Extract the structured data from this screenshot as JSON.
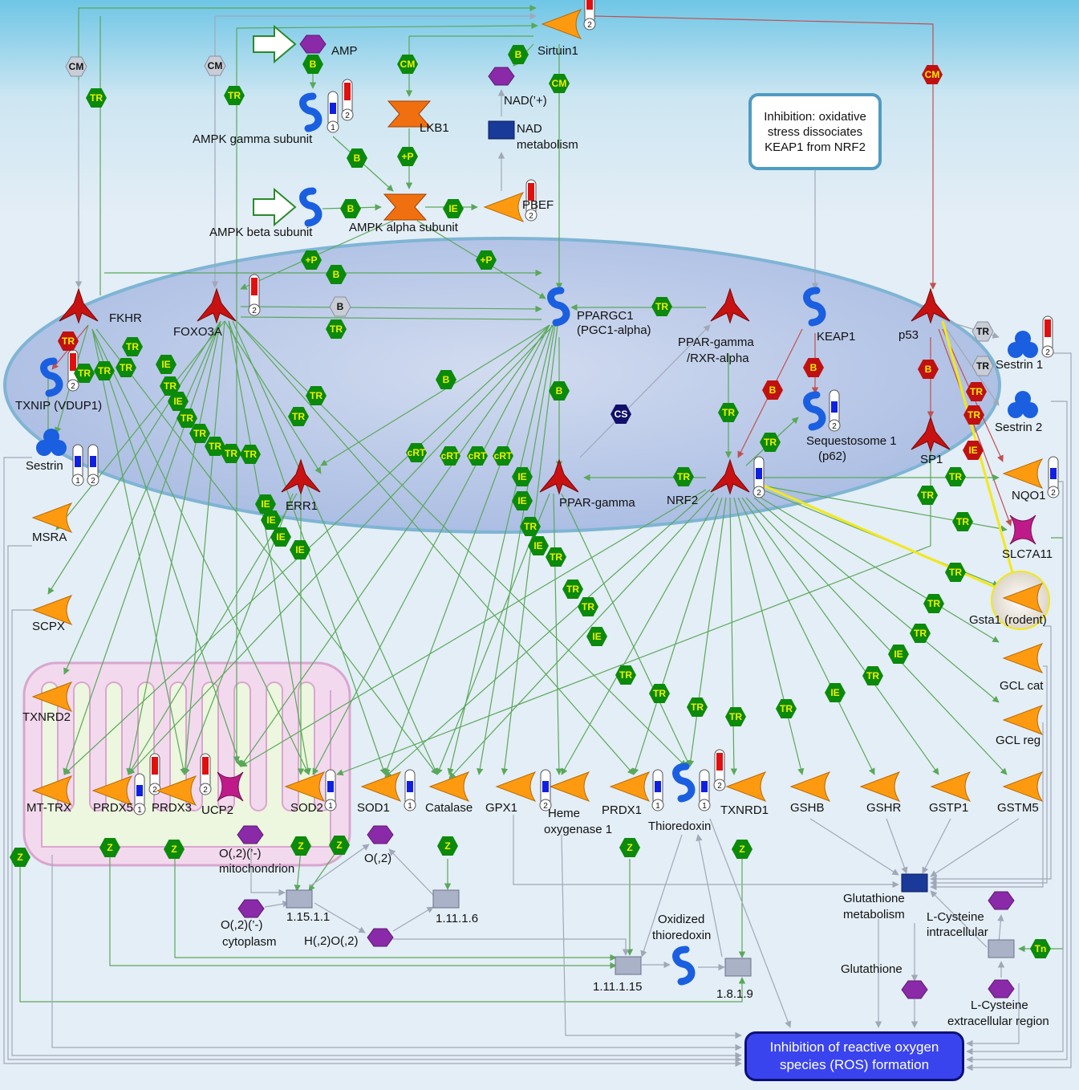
{
  "colors": {
    "background_top": "#6fc6e6",
    "background": "#e4eef6",
    "nucleus": "#b8c8e6",
    "activation": "#5aa85a",
    "inhibition": "#c05050",
    "highlight": "#f2e81a",
    "badge_green": "#0b8a0b",
    "badge_red": "#c01010",
    "enzyme_orange": "#fd9a10",
    "tf_red": "#c81212",
    "kinase_orange": "#f07010",
    "protein_blue": "#1a5fe0",
    "metabolite_purple": "#8a2aa8",
    "complex_navy": "#1a3a9a",
    "ros_box": "#3a44ee"
  },
  "nodes": {
    "amp": "AMP",
    "sirtuin1": "Sirtuin1",
    "nad": "NAD(’+)",
    "lkb1": "LKB1",
    "nad_metabolism_1": "NAD",
    "nad_metabolism_2": "metabolism",
    "ampk_gamma": "AMPK gamma subunit",
    "ampk_beta": "AMPK beta subunit",
    "ampk_alpha": "AMPK alpha subunit",
    "pbef": "PBEF",
    "fkhr": "FKHR",
    "foxo3a": "FOXO3A",
    "pparg_c1_1": "PPARGC1",
    "pparg_c1_2": "(PGC1-alpha)",
    "ppar_rxr_1": "PPAR-gamma",
    "ppar_rxr_2": "/RXR-alpha",
    "keap1": "KEAP1",
    "p53": "p53",
    "sestrin1": "Sestrin 1",
    "sestrin2": "Sestrin 2",
    "txnip": "TXNIP (VDUP1)",
    "sequestosome_1": "Sequestosome 1",
    "sequestosome_2": "(p62)",
    "sp1": "SP1",
    "sestrin": "Sestrin",
    "nqo1": "NQO1",
    "msra": "MSRA",
    "err1": "ERR1",
    "ppar_gamma": "PPAR-gamma",
    "nrf2": "NRF2",
    "slc7a11": "SLC7A11",
    "gsta1": "Gsta1 (rodent)",
    "scpx": "SCPX",
    "gcl_cat": "GCL cat",
    "gcl_reg": "GCL reg",
    "txnrd2": "TXNRD2",
    "mt_trx": "MT-TRX",
    "prdx5": "PRDX5",
    "prdx3": "PRDX3",
    "ucp2": "UCP2",
    "sod2": "SOD2",
    "sod1": "SOD1",
    "catalase": "Catalase",
    "gpx1": "GPX1",
    "heme_1": "Heme",
    "heme_2": "oxygenase 1",
    "prdx1": "PRDX1",
    "thioredoxin": "Thioredoxin",
    "txnrd1": "TXNRD1",
    "gshb": "GSHB",
    "gshr": "GSHR",
    "gstp1": "GSTP1",
    "gstm5": "GSTM5",
    "o2_mito_1": "O(,2)(’-)",
    "o2_mito_2": "mitochondrion",
    "o2": "O(,2)",
    "r_1_15_1_1": "1.15.1.1",
    "r_1_11_1_6": "1.11.1.6",
    "o2_cyto_1": "O(,2)(’-)",
    "o2_cyto_2": "cytoplasm",
    "h2o2": "H(,2)O(,2)",
    "oxidized_trx_1": "Oxidized",
    "oxidized_trx_2": "thioredoxin",
    "r_1_11_1_15": "1.11.1.15",
    "r_1_8_1_9": "1.8.1.9",
    "glut_metab_1": "Glutathione",
    "glut_metab_2": "metabolism",
    "l_cys_in_1": "L-Cysteine",
    "l_cys_in_2": "intracellular",
    "glutathione": "Glutathione",
    "l_cys_ex_1": "L-Cysteine",
    "l_cys_ex_2": "extracellular region"
  },
  "note": "Inhibition: oxidative stress dissociates KEAP1 from NRF2",
  "ros_box": "Inhibition of reactive oxygen species (ROS) formation",
  "badges": {
    "cm": "CM",
    "tr": "TR",
    "b": "B",
    "ie": "IE",
    "p": "+P",
    "crt": "cRT",
    "cs": "CS",
    "z": "Z",
    "tn": "Tn"
  },
  "tags": {
    "one": "1",
    "two": "2"
  }
}
